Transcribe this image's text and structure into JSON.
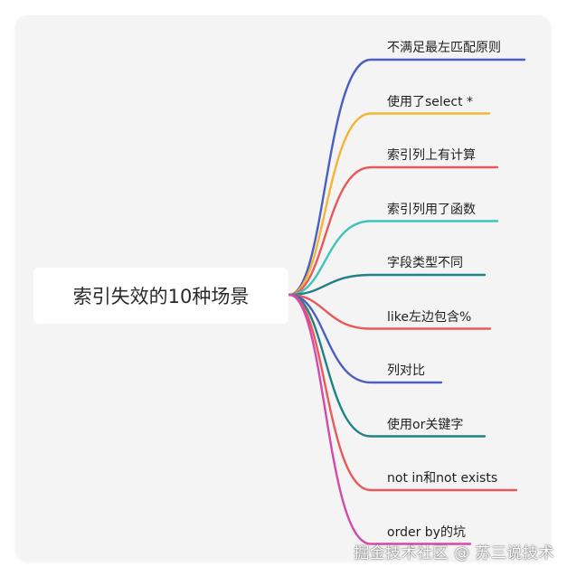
{
  "root": {
    "label": "索引失效的10种场景"
  },
  "branches": [
    {
      "label": "不满足最左匹配原则",
      "color": "#4a5fc1"
    },
    {
      "label": "使用了select *",
      "color": "#f4b532"
    },
    {
      "label": "索引列上有计算",
      "color": "#e8595a"
    },
    {
      "label": "索引列用了函数",
      "color": "#3ec4bc"
    },
    {
      "label": "字段类型不同",
      "color": "#1f8286"
    },
    {
      "label": "like左边包含%",
      "color": "#e8595a"
    },
    {
      "label": "列对比",
      "color": "#4a5fc1"
    },
    {
      "label": "使用or关键字",
      "color": "#1f8286"
    },
    {
      "label": "not in和not exists",
      "color": "#e8595a"
    },
    {
      "label": "order by的坑",
      "color": "#d44aa8"
    }
  ],
  "watermark": "掘金技术社区 @ 苏三说技术"
}
